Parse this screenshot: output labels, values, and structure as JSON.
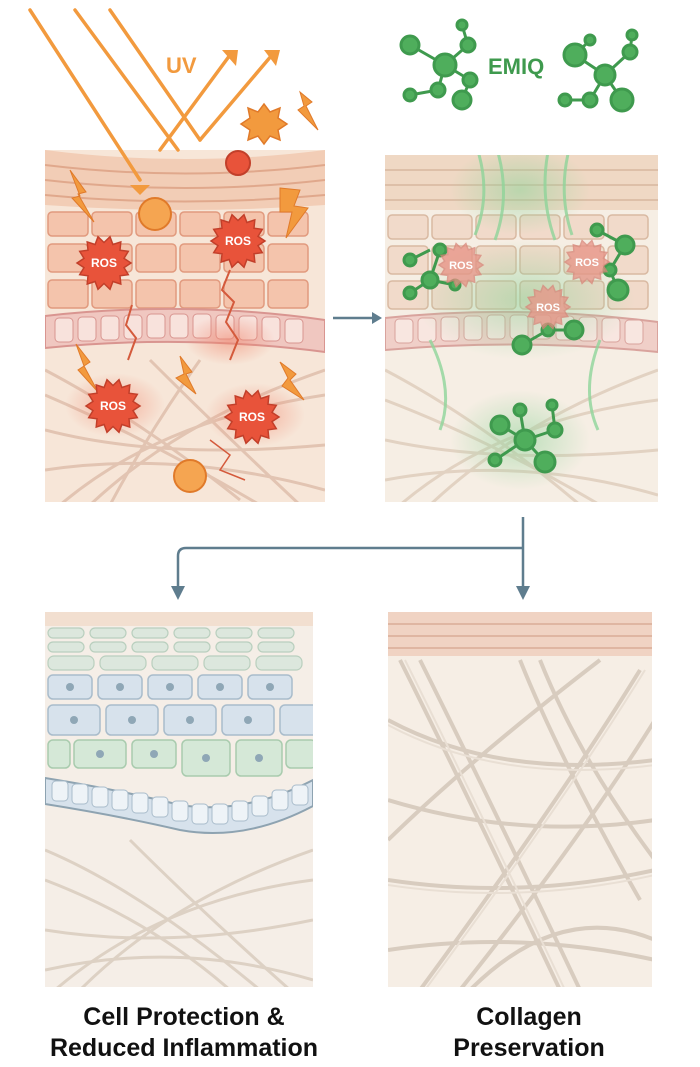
{
  "panel_uv": {
    "uv_label": "UV",
    "ros_labels": [
      "ROS",
      "ROS",
      "ROS",
      "ROS"
    ]
  },
  "panel_emiq": {
    "emiq_label": "EMIQ",
    "ros_labels": [
      "ROS",
      "ROS",
      "ROS"
    ]
  },
  "panel_cell": {
    "caption_line1": "Cell Protection &",
    "caption_line2": "Reduced Inflammation"
  },
  "panel_collagen": {
    "caption_line1": "Collagen",
    "caption_line2": "Preservation"
  },
  "colors": {
    "uv_orange": "#F29A3E",
    "ros_red": "#E8533A",
    "emiq_green": "#3F9A4E",
    "arrow_gray": "#5F7D8E",
    "fiber": "#D9CCBE",
    "skin_top": "#EFC9B4"
  }
}
